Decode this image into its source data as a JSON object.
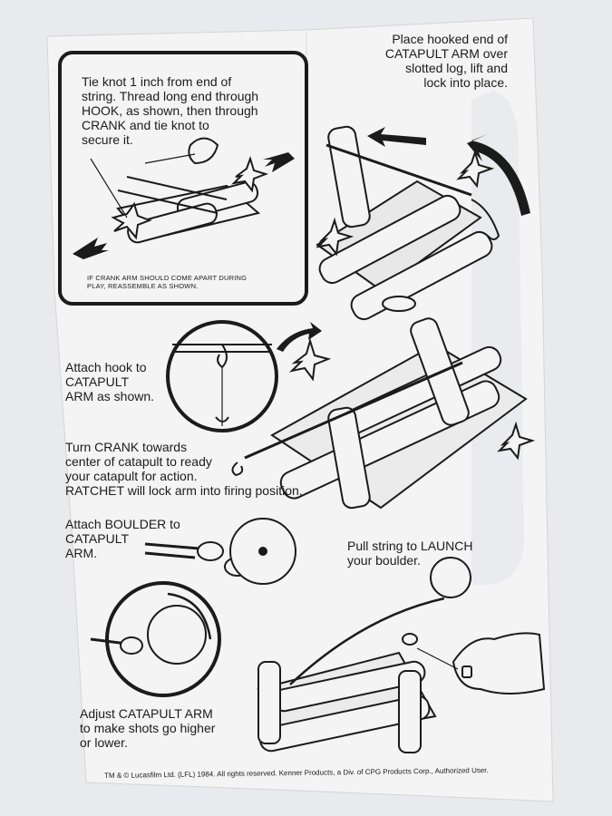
{
  "sheet": {
    "paper_color": "#f4f4f4",
    "background_color": "#e9eaed",
    "ink_color": "#1b1b1b"
  },
  "steps": {
    "tie_knot": "Tie knot 1 inch from end of\nstring. Thread long end through\nHOOK, as shown, then through\nCRANK and tie knot to\nsecure it.",
    "crank_note": "IF CRANK ARM SHOULD COME APART DURING\nPLAY, REASSEMBLE AS SHOWN.",
    "place_arm": "Place hooked end of\nCATAPULT ARM over\nslotted log, lift and\nlock into place.",
    "attach_hook": "Attach hook to\nCATAPULT\nARM as shown.",
    "turn_crank": "Turn CRANK towards\ncenter of catapult to ready\nyour catapult for action.\nRATCHET will lock arm into firing position.",
    "attach_boulder": "Attach BOULDER to\nCATAPULT\nARM.",
    "pull_string": "Pull string to LAUNCH\nyour boulder.",
    "adjust_arm": "Adjust CATAPULT ARM\nto make shots go higher\nor lower."
  },
  "footer": {
    "legal": "TM & © Lucasfilm Ltd. (LFL) 1984. All rights reserved. Kenner Products, a Div. of CPG Products Corp., Authorized User."
  },
  "icons": [
    "catapult-illustration",
    "boulder-illustration",
    "hook-closeup-icon",
    "arrow-icon",
    "hand-illustration"
  ]
}
